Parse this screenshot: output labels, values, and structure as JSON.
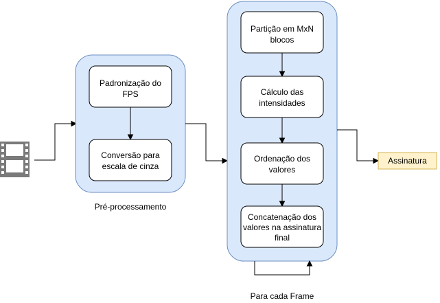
{
  "nodes": {
    "fps": {
      "line1": "Padronização do",
      "line2": "FPS"
    },
    "gray": {
      "line1": "Conversão para",
      "line2": "escala de cinza"
    },
    "partition": {
      "line1": "Partição em MxN",
      "line2": "blocos"
    },
    "intensity": {
      "line1": "Cálculo das",
      "line2": "intensidades"
    },
    "sort": {
      "line1": "Ordenação dos",
      "line2": "valores"
    },
    "concat": {
      "line1": "Concatenação dos",
      "line2": "valores na assinatura",
      "line3": "final"
    },
    "output": {
      "label": "Assinatura"
    }
  },
  "groups": {
    "preprocessing": {
      "label": "Pré-processamento"
    },
    "per_frame": {
      "label": "Para cada Frame"
    }
  },
  "icons": {
    "input": "film-strip-icon"
  },
  "colors": {
    "group_fill": "#dae8fc",
    "group_stroke": "#6c8ebf",
    "output_fill": "#fff2cc",
    "output_stroke": "#d6b656",
    "icon": "#7a7a7a"
  }
}
